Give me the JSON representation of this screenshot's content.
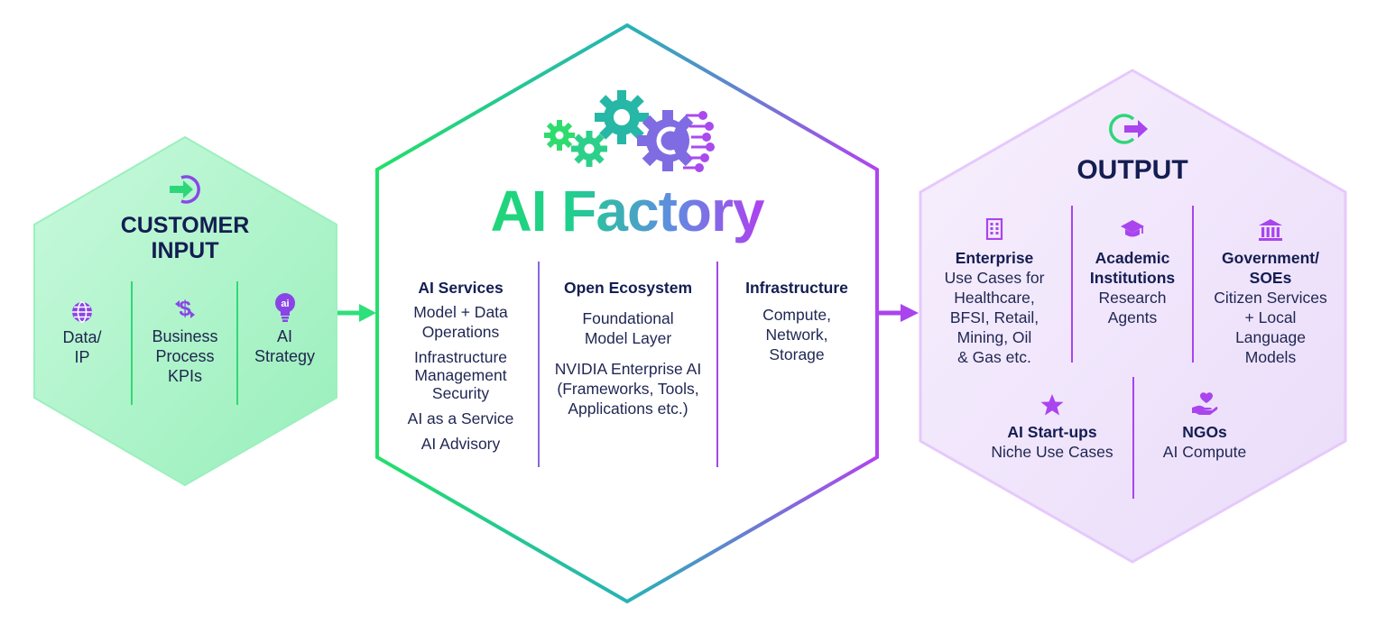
{
  "input": {
    "title_line1": "CUSTOMER",
    "title_line2": "INPUT",
    "items": [
      {
        "icon": "globe-icon",
        "line1": "Data/",
        "line2": "IP"
      },
      {
        "icon": "dollar-exchange-icon",
        "line1": "Business",
        "line2": "Process",
        "line3": "KPIs"
      },
      {
        "icon": "ai-bulb-icon",
        "line1": "AI",
        "line2": "Strategy"
      }
    ]
  },
  "factory": {
    "title": "AI Factory",
    "columns": [
      {
        "heading": "AI Services",
        "items": [
          "Model + Data",
          "Operations",
          "Infrastructure",
          "Management",
          "Security",
          "AI as a Service",
          "AI Advisory"
        ]
      },
      {
        "heading": "Open Ecosystem",
        "items": [
          "Foundational",
          "Model Layer",
          "NVIDIA Enterprise AI",
          "(Frameworks, Tools,",
          "Applications etc.)"
        ]
      },
      {
        "heading": "Infrastructure",
        "items": [
          "Compute,",
          "Network,",
          "Storage"
        ]
      }
    ]
  },
  "output": {
    "title": "OUTPUT",
    "top": [
      {
        "icon": "building-icon",
        "heading": "Enterprise",
        "lines": [
          "Use Cases for",
          "Healthcare,",
          "BFSI, Retail,",
          "Mining, Oil",
          "& Gas etc."
        ]
      },
      {
        "icon": "graduation-cap-icon",
        "heading1": "Academic",
        "heading2": "Institutions",
        "lines": [
          "Research",
          "Agents"
        ]
      },
      {
        "icon": "government-building-icon",
        "heading1": "Government/",
        "heading2": "SOEs",
        "lines": [
          "Citizen Services",
          "+ Local",
          "Language",
          "Models"
        ]
      }
    ],
    "bottom": [
      {
        "icon": "star-icon",
        "heading": "AI Start-ups",
        "lines": [
          "Niche Use Cases"
        ]
      },
      {
        "icon": "hand-heart-icon",
        "heading": "NGOs",
        "lines": [
          "AI Compute"
        ]
      }
    ]
  },
  "colors": {
    "green": "#2ee07a",
    "purple": "#a944ee",
    "navy": "#141d52"
  }
}
